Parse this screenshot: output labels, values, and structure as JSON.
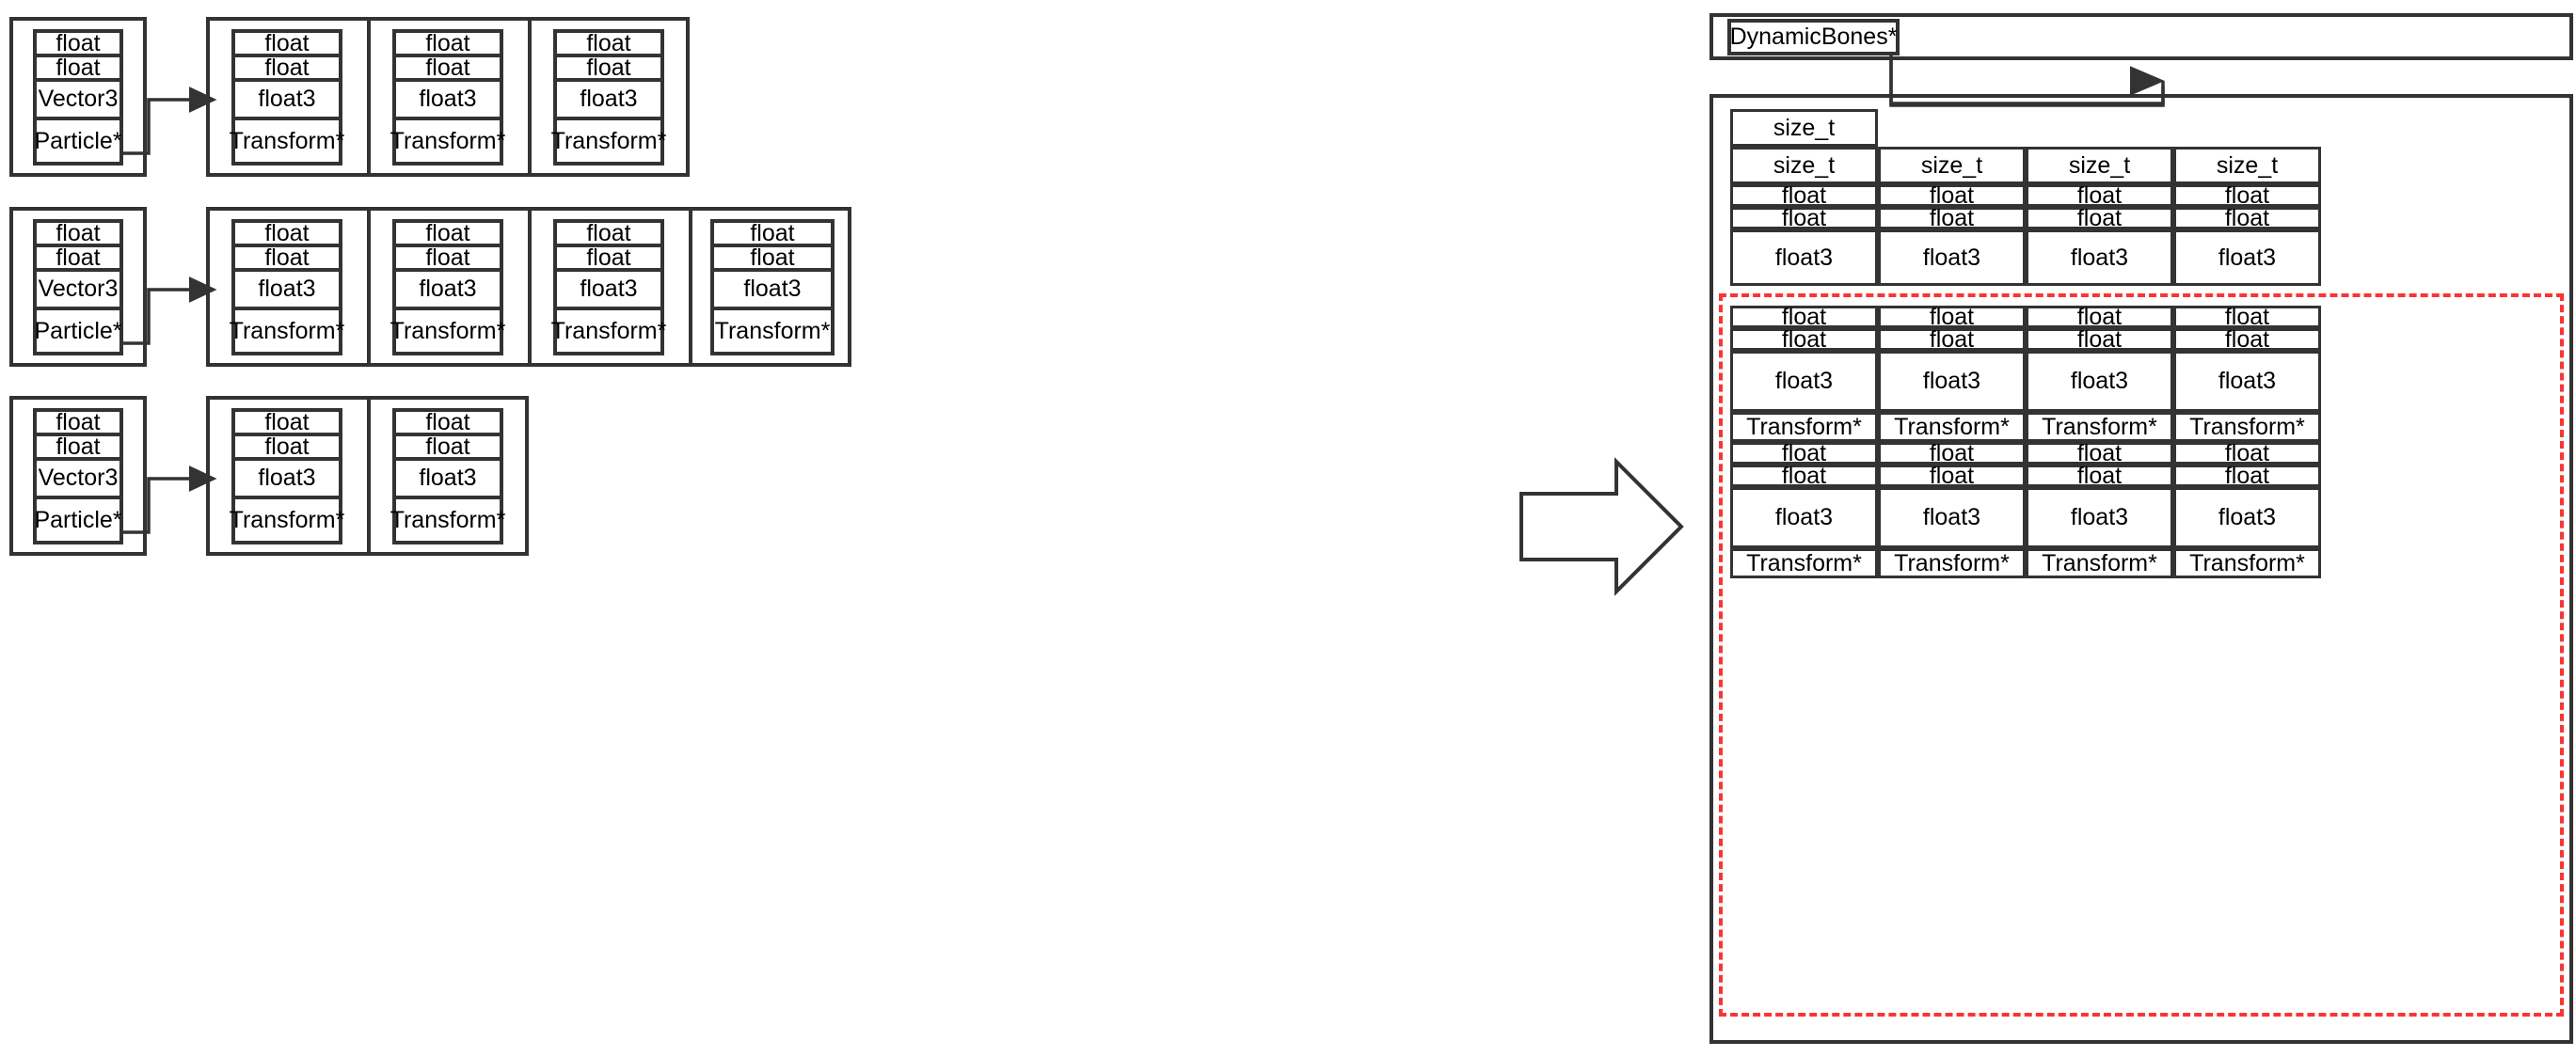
{
  "labels": {
    "float": "float",
    "vector3": "Vector3",
    "particle_ptr": "Particle*",
    "float3": "float3",
    "transform_ptr": "Transform*",
    "size_t": "size_t",
    "dynamic_bones_ptr": "DynamicBones*"
  },
  "colors": {
    "stroke": "#333333",
    "highlight": "#fa3434",
    "background": "#ffffff"
  },
  "aos_rows": [
    {
      "row_id": "row-1",
      "source": {
        "fields": [
          "float",
          "float",
          "Vector3",
          "Particle*"
        ]
      },
      "targets": [
        {
          "fields": [
            "float",
            "float",
            "float3",
            "Transform*"
          ]
        },
        {
          "fields": [
            "float",
            "float",
            "float3",
            "Transform*"
          ]
        },
        {
          "fields": [
            "float",
            "float",
            "float3",
            "Transform*"
          ]
        }
      ]
    },
    {
      "row_id": "row-2",
      "source": {
        "fields": [
          "float",
          "float",
          "Vector3",
          "Particle*"
        ]
      },
      "targets": [
        {
          "fields": [
            "float",
            "float",
            "float3",
            "Transform*"
          ]
        },
        {
          "fields": [
            "float",
            "float",
            "float3",
            "Transform*"
          ]
        },
        {
          "fields": [
            "float",
            "float",
            "float3",
            "Transform*"
          ]
        },
        {
          "fields": [
            "float",
            "float",
            "float3",
            "Transform*"
          ]
        }
      ]
    },
    {
      "row_id": "row-3",
      "source": {
        "fields": [
          "float",
          "float",
          "Vector3",
          "Particle*"
        ]
      },
      "targets": [
        {
          "fields": [
            "float",
            "float",
            "float3",
            "Transform*"
          ]
        },
        {
          "fields": [
            "float",
            "float",
            "float3",
            "Transform*"
          ]
        }
      ]
    }
  ],
  "soa": {
    "header_chip": "DynamicBones*",
    "count_cell": "size_t",
    "blocks": [
      {
        "block_id": "soa-block-meta",
        "highlighted": false,
        "rows": [
          {
            "type": "size_t",
            "size": "sm",
            "cells": [
              "size_t",
              "size_t",
              "size_t",
              "size_t"
            ]
          },
          {
            "type": "float",
            "size": "xs",
            "cells": [
              "float",
              "float",
              "float",
              "float"
            ]
          },
          {
            "type": "float",
            "size": "xs",
            "cells": [
              "float",
              "float",
              "float",
              "float"
            ]
          },
          {
            "type": "float3",
            "size": "lg",
            "cells": [
              "float3",
              "float3",
              "float3",
              "float3"
            ]
          }
        ]
      },
      {
        "block_id": "soa-block-particles",
        "highlighted": true,
        "rows": [
          {
            "type": "float",
            "size": "xs",
            "cells": [
              "float",
              "float",
              "float",
              "float"
            ]
          },
          {
            "type": "float",
            "size": "xs",
            "cells": [
              "float",
              "float",
              "float",
              "float"
            ]
          },
          {
            "type": "float3",
            "size": "lg",
            "cells": [
              "float3",
              "float3",
              "float3",
              "float3"
            ]
          },
          {
            "type": "Transform*",
            "size": "md",
            "cells": [
              "Transform*",
              "Transform*",
              "Transform*",
              "Transform*"
            ]
          },
          {
            "type": "float",
            "size": "xs",
            "cells": [
              "float",
              "float",
              "float",
              "float"
            ]
          },
          {
            "type": "float",
            "size": "xs",
            "cells": [
              "float",
              "float",
              "float",
              "float"
            ]
          },
          {
            "type": "float3",
            "size": "lg",
            "cells": [
              "float3",
              "float3",
              "float3",
              "float3"
            ]
          },
          {
            "type": "Transform*",
            "size": "md",
            "cells": [
              "Transform*",
              "Transform*",
              "Transform*",
              "Transform*"
            ]
          }
        ]
      }
    ]
  },
  "transform_arrow": {
    "name": "aos-to-soa-arrow"
  }
}
